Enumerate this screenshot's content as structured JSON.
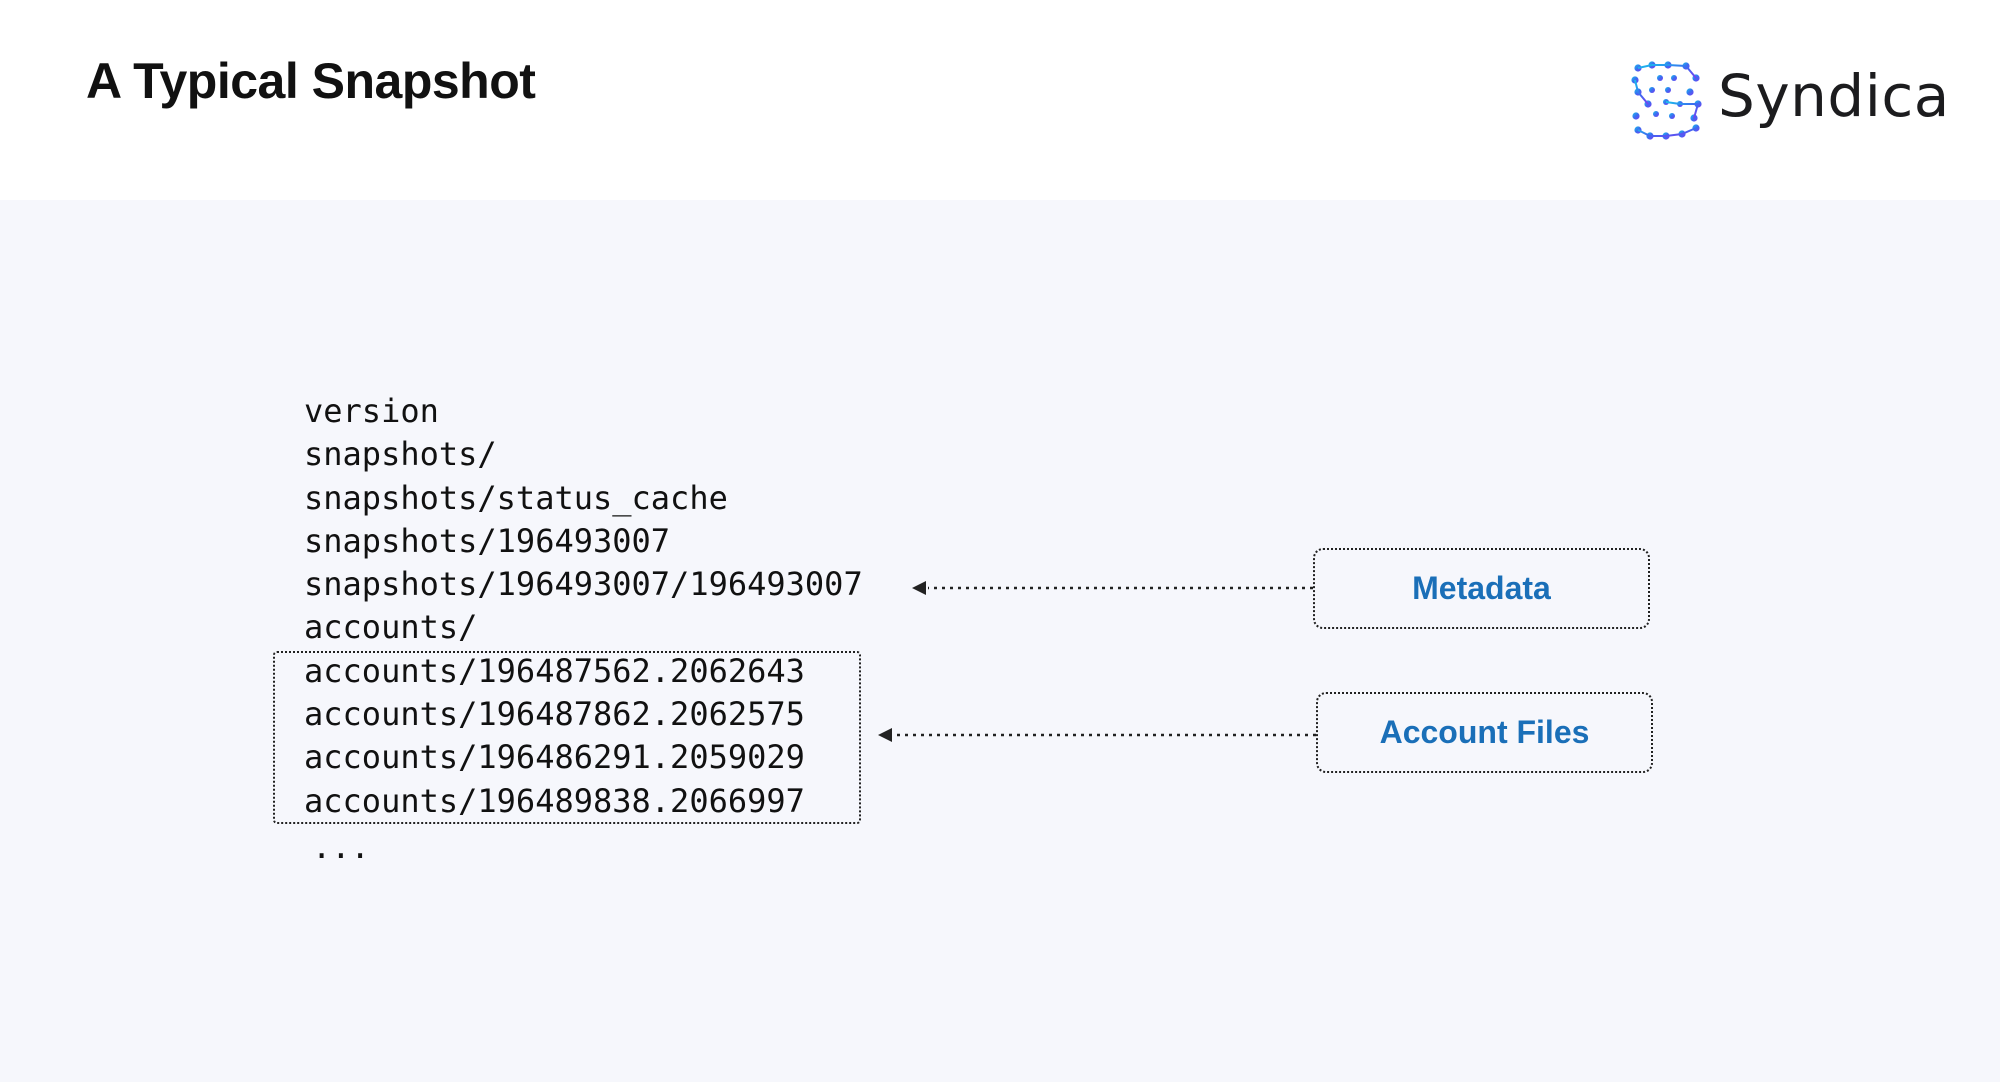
{
  "title": "A Typical Snapshot",
  "logo": {
    "text": "Syndica",
    "icon": "syndica-logo-icon",
    "gradient_colors": [
      "#19c2ec",
      "#3b6cf0",
      "#7a3df2"
    ]
  },
  "file_listing": [
    "version",
    "snapshots/",
    "snapshots/status_cache",
    "snapshots/196493007",
    "snapshots/196493007/196493007",
    "accounts/",
    "accounts/196487562.2062643",
    "accounts/196487862.2062575",
    "accounts/196486291.2059029",
    "accounts/196489838.2066997"
  ],
  "ellipsis": "...",
  "callouts": {
    "metadata": "Metadata",
    "account_files": "Account Files"
  },
  "colors": {
    "callout_text": "#1a6fb8",
    "background": "#f6f7fc",
    "text": "#111111"
  }
}
